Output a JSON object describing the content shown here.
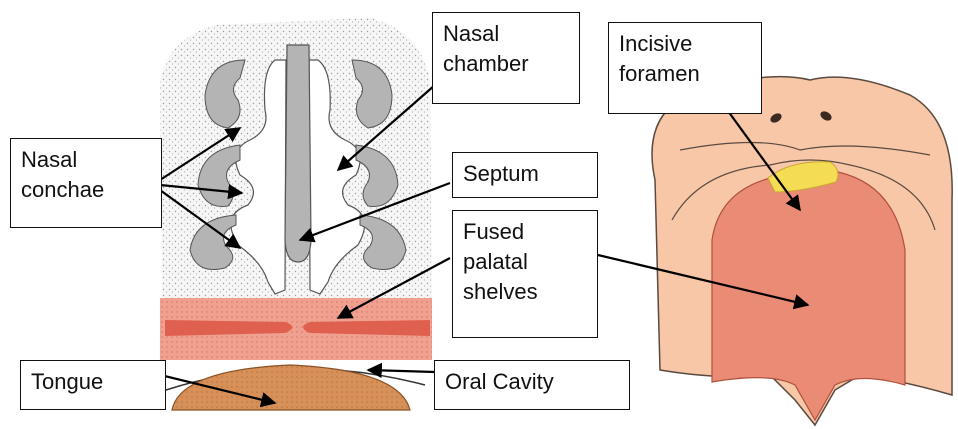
{
  "labels": {
    "nasal_conchae": [
      "Nasal",
      "conchae"
    ],
    "nasal_chamber": [
      "Nasal",
      "chamber"
    ],
    "septum": [
      "Septum"
    ],
    "fused_palatal_shelves": [
      "Fused",
      "palatal",
      "shelves"
    ],
    "tongue": [
      "Tongue"
    ],
    "oral_cavity": [
      "Oral Cavity"
    ],
    "incisive_foramen": [
      "Incisive",
      "foramen"
    ]
  },
  "colors": {
    "stipple": "#c8c8c8",
    "bone_gray": "#b4b4b4",
    "palate_red": "#e6705c",
    "palate_band": "#f0a08e",
    "tongue": "#d69058",
    "skin": "#f7c7a8",
    "palate_pink": "#ea8b76",
    "foramen_yellow": "#f4dd55"
  }
}
